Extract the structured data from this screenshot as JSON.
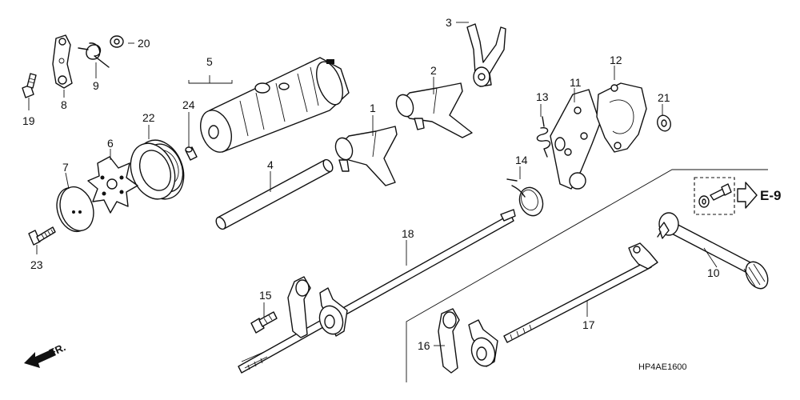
{
  "diagram": {
    "callouts": [
      "1",
      "2",
      "3",
      "4",
      "5",
      "6",
      "7",
      "8",
      "9",
      "10",
      "11",
      "12",
      "13",
      "14",
      "15",
      "16",
      "17",
      "18",
      "19",
      "20",
      "21",
      "22",
      "23",
      "24"
    ],
    "reference": {
      "label": "E-9"
    },
    "direction": {
      "label": "FR."
    },
    "drawing_code": "HP4AE1600"
  }
}
